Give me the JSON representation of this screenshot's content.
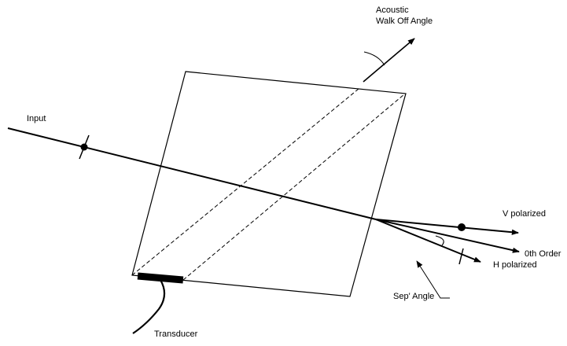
{
  "labels": {
    "acoustic_line1": "Acoustic",
    "acoustic_line2": "Walk Off Angle",
    "input": "Input",
    "v_polarized": "V polarized",
    "zeroth_order": "0th Order",
    "h_polarized": "H polarized",
    "sep_angle": "Sep' Angle",
    "transducer": "Transducer"
  },
  "colors": {
    "stroke": "#000000",
    "background": "#ffffff"
  }
}
